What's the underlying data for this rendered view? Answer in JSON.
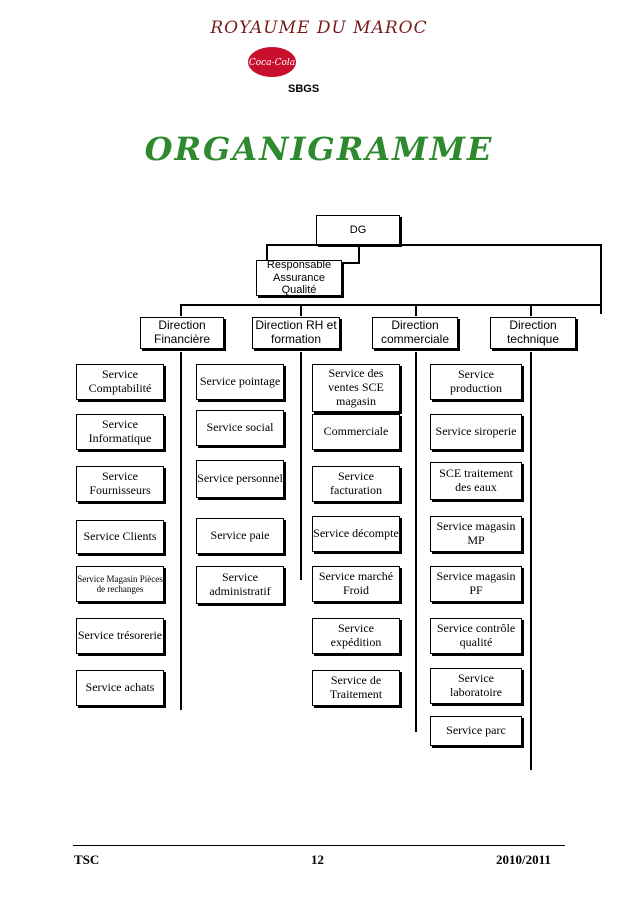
{
  "header": {
    "title": "ROYAUME DU MAROC",
    "company": "SBGS",
    "logo_text": "Coca-Cola",
    "logo_color": "#c8102e"
  },
  "main_title": "ORGANIGRAMME",
  "chart": {
    "dg": "DG",
    "assurance": "Responsable Assurance Qualité",
    "directions": [
      {
        "label": "Direction Financière"
      },
      {
        "label": "Direction RH et formation"
      },
      {
        "label": "Direction commerciale"
      },
      {
        "label": "Direction technique"
      }
    ],
    "financiere": [
      "Service Comptabilité",
      "Service Informatique",
      "Service Fournisseurs",
      "Service Clients",
      "Service Magasin Pièces de rechanges",
      "Service trésorerie",
      "Service achats"
    ],
    "rh": [
      "Service pointage",
      "Service social",
      "Service personnel",
      "Service paie",
      "Service administratif"
    ],
    "commerciale": [
      "Service des ventes SCE magasin",
      "Commerciale",
      "Service facturation",
      "Service décompte",
      "Service marché Froid",
      "Service expédition",
      "Service de Traitement"
    ],
    "technique": [
      "Service production",
      "Service siroperie",
      "SCE traitement des eaux",
      "Service magasin MP",
      "Service magasin PF",
      "Service contrôle qualité",
      "Service laboratoire",
      "Service parc"
    ]
  },
  "footer": {
    "left": "TSC",
    "page": "12",
    "right": "2010/2011"
  }
}
